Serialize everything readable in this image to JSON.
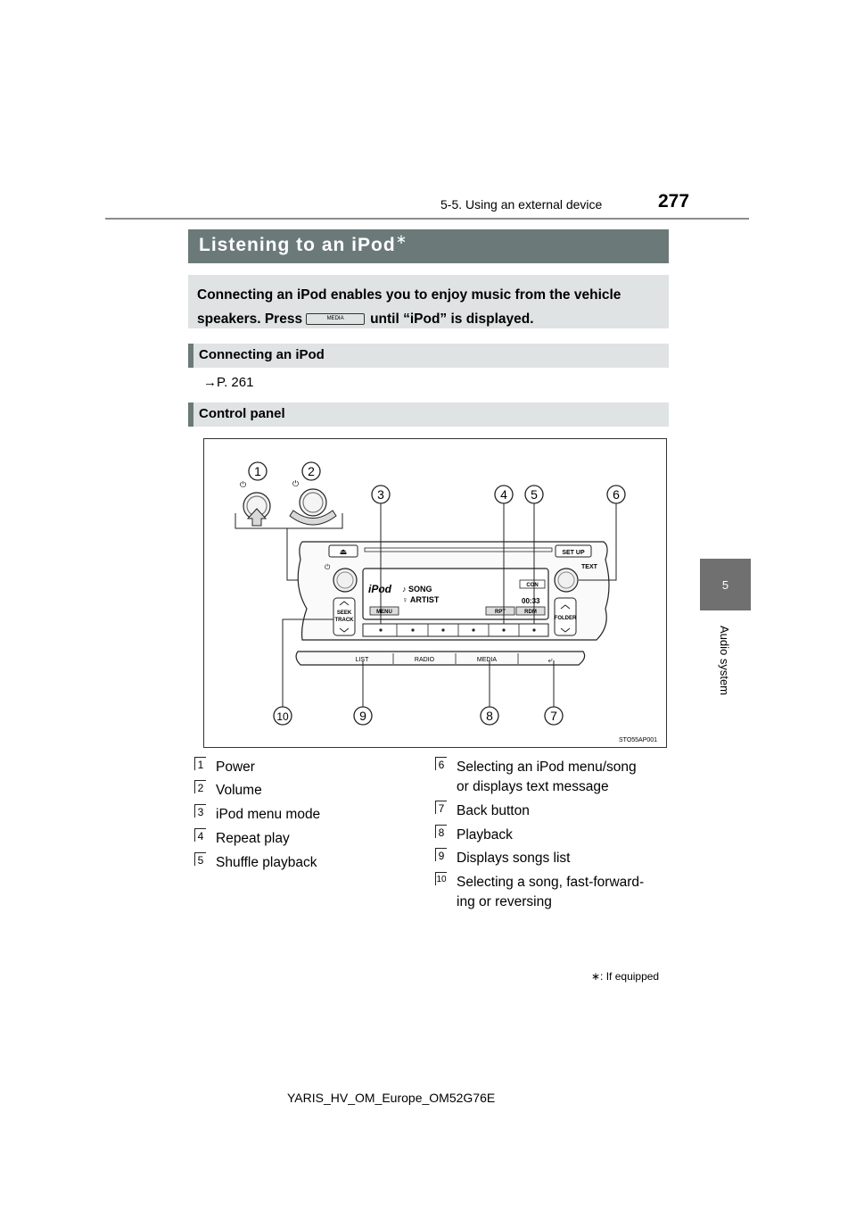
{
  "header": {
    "page_number": "277",
    "section": "5-5. Using an external device"
  },
  "side_tab": {
    "number": "5",
    "label": "Audio system"
  },
  "title": {
    "text": "Listening to an iPod",
    "mark": "∗"
  },
  "intro": {
    "before": "Connecting an iPod enables you to enjoy music from the vehicle speakers. Press",
    "button": "MEDIA",
    "after": "until “iPod” is displayed."
  },
  "subsections": {
    "connecting": "Connecting an iPod",
    "reference": "→P. 261",
    "control_panel": "Control panel"
  },
  "figure": {
    "code": "STO55AP001",
    "callouts": [
      "1",
      "2",
      "3",
      "4",
      "5",
      "6",
      "7",
      "8",
      "9",
      "10"
    ],
    "panel_labels": {
      "eject": "⏏",
      "setup": "SET UP",
      "text": "TEXT",
      "ipod": "iPod",
      "song": "♪ SONG",
      "artist": "♀ ARTIST",
      "menu": "MENU",
      "rpt": "RPT",
      "rdm": "RDM",
      "con": "CON",
      "time": "00:33",
      "seek": "SEEK",
      "track": "TRACK",
      "folder": "FOLDER",
      "list": "LIST",
      "radio": "RADIO",
      "media": "MEDIA",
      "back": "⤶"
    }
  },
  "items_left": [
    {
      "num": "1",
      "text": "Power"
    },
    {
      "num": "2",
      "text": "Volume"
    },
    {
      "num": "3",
      "text": "iPod menu mode"
    },
    {
      "num": "4",
      "text": "Repeat play"
    },
    {
      "num": "5",
      "text": "Shuffle playback"
    }
  ],
  "items_right": [
    {
      "num": "6",
      "text": "Selecting an iPod menu/song",
      "text2": "or displays text message"
    },
    {
      "num": "7",
      "text": "Back button"
    },
    {
      "num": "8",
      "text": "Playback"
    },
    {
      "num": "9",
      "text": "Displays songs list"
    },
    {
      "num": "10",
      "text": "Selecting a song, fast-forward-",
      "text2": "ing or reversing"
    }
  ],
  "footnote": "∗: If equipped",
  "footer": "YARIS_HV_OM_Europe_OM52G76E"
}
